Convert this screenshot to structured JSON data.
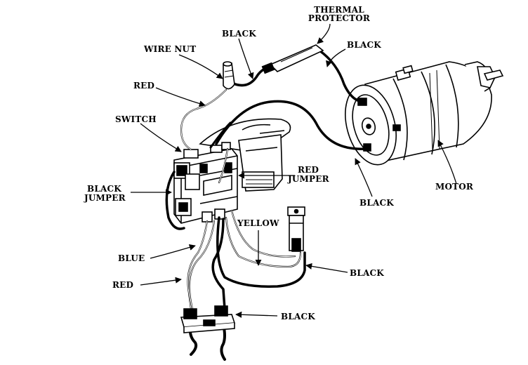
{
  "labels": {
    "thermal_protector_line1": "THERMAL",
    "thermal_protector_line2": "PROTECTOR",
    "black_top": "BLACK",
    "black_right_top": "BLACK",
    "wire_nut": "WIRE NUT",
    "red_top": "RED",
    "switch": "SWITCH",
    "red_jumper_line1": "RED",
    "red_jumper_line2": "JUMPER",
    "black_jumper_line1": "BLACK",
    "black_jumper_line2": "JUMPER",
    "motor": "MOTOR",
    "black_motor": "BLACK",
    "yellow": "YELLOW",
    "blue": "BLUE",
    "black_mid": "BLACK",
    "red_bottom": "RED",
    "black_bottom": "BLACK"
  },
  "colors": {
    "ink": "#000000",
    "background": "#ffffff"
  }
}
